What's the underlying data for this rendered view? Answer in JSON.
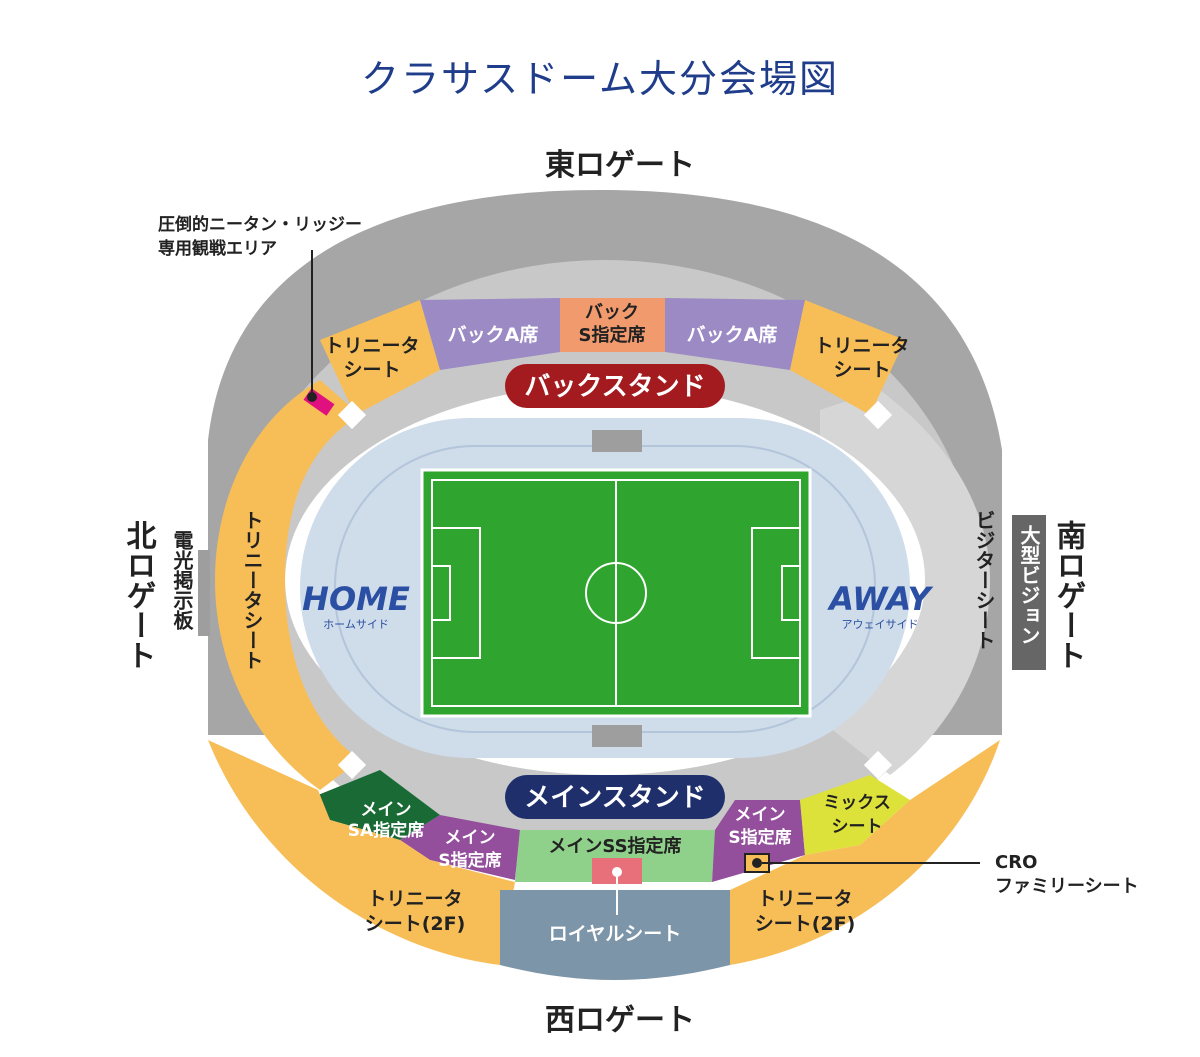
{
  "title": "クラサスドーム大分会場図",
  "gates": {
    "east": "東ロゲート",
    "west": "西ロゲート",
    "north": "北ロゲート",
    "south": "南ロゲート"
  },
  "stands": {
    "back": "バックスタンド",
    "main": "メインスタンド"
  },
  "sections": {
    "back_a": "バックA席",
    "back_s_1": "バック",
    "back_s_2": "S指定席",
    "trinita_1": "トリニータ",
    "trinita_2": "シート",
    "trinita_vertical": "トリニータシート",
    "visitor_vertical": "ビジターシート",
    "main_sa_1": "メイン",
    "main_sa_2": "SA指定席",
    "main_s_1": "メイン",
    "main_s_2": "S指定席",
    "main_ss": "メインSS指定席",
    "mix_1": "ミックス",
    "mix_2": "シート",
    "trinita2f_1": "トリニータ",
    "trinita2f_2": "シート(2F)",
    "royal": "ロイヤルシート"
  },
  "facilities": {
    "scoreboard": "電光掲示板",
    "vision": "大型ビジョン"
  },
  "sides": {
    "home": "HOME",
    "home_sub": "ホームサイド",
    "away": "AWAY",
    "away_sub": "アウェイサイド"
  },
  "callouts": {
    "nitan_1": "圧倒的ニータン・リッジー",
    "nitan_2": "専用観戦エリア",
    "cro_1": "CRO",
    "cro_2": "ファミリーシート"
  },
  "colors": {
    "title": "#1f3d8a",
    "trinita": "#f7be57",
    "back_a": "#9b8ac4",
    "back_s": "#f19a6e",
    "back_stand_banner": "#a31b1f",
    "main_stand_banner": "#1e2f6b",
    "main_sa": "#1a6a36",
    "main_s": "#934f9c",
    "main_ss": "#8fd18a",
    "mix": "#dde23a",
    "royal": "#7d95a8",
    "visitor": "#d6d6d6",
    "roof": "#a6a6a6",
    "track": "#cfdcea",
    "pitch": "#2fa42f",
    "home_away": "#2b4fa3",
    "nitan": "#e0117f"
  }
}
